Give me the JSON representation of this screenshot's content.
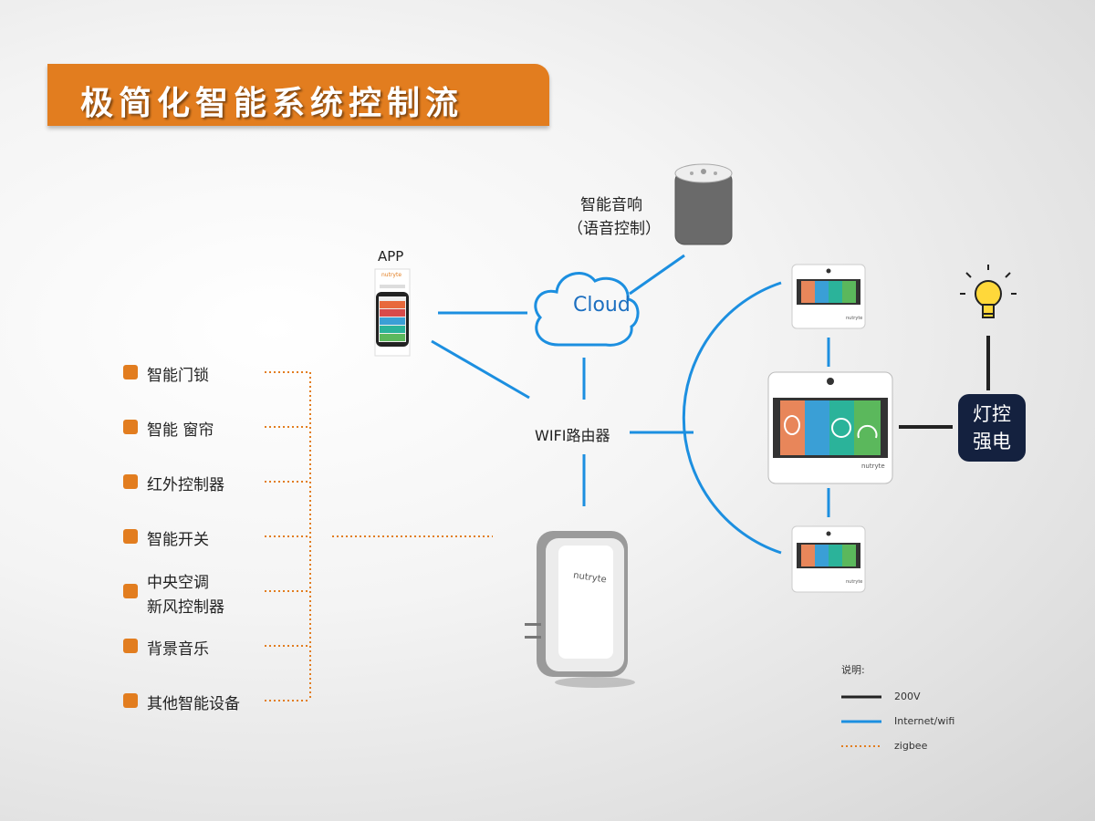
{
  "title": "极简化智能系统控制流",
  "speaker": {
    "label_line1": "智能音响",
    "label_line2": "（语音控制）"
  },
  "app": {
    "label": "APP",
    "brand": "nutryte"
  },
  "cloud": {
    "label": "Cloud"
  },
  "router": {
    "label": "WIFI路由器"
  },
  "devices": [
    {
      "label": "智能门锁"
    },
    {
      "label": "智能 窗帘"
    },
    {
      "label": "红外控制器"
    },
    {
      "label": "智能开关"
    },
    {
      "label_line1": "中央空调",
      "label_line2": "新风控制器"
    },
    {
      "label": "背景音乐"
    },
    {
      "label": "其他智能设备"
    }
  ],
  "gateway": {
    "brand": "nutryte"
  },
  "panels": {
    "brand": "nutryte"
  },
  "light_control": {
    "line1": "灯控",
    "line2": "强电"
  },
  "legend": {
    "title": "说明:",
    "items": [
      {
        "label": "200V",
        "color": "#222222",
        "style": "solid"
      },
      {
        "label": "Internet/wifi",
        "color": "#1c8fe0",
        "style": "solid"
      },
      {
        "label": "zigbee",
        "color": "#e27d1f",
        "style": "dotted"
      }
    ]
  },
  "colors": {
    "accent": "#e27d1f",
    "wifi": "#1c8fe0",
    "power": "#222222",
    "dark_box": "#14213f"
  }
}
